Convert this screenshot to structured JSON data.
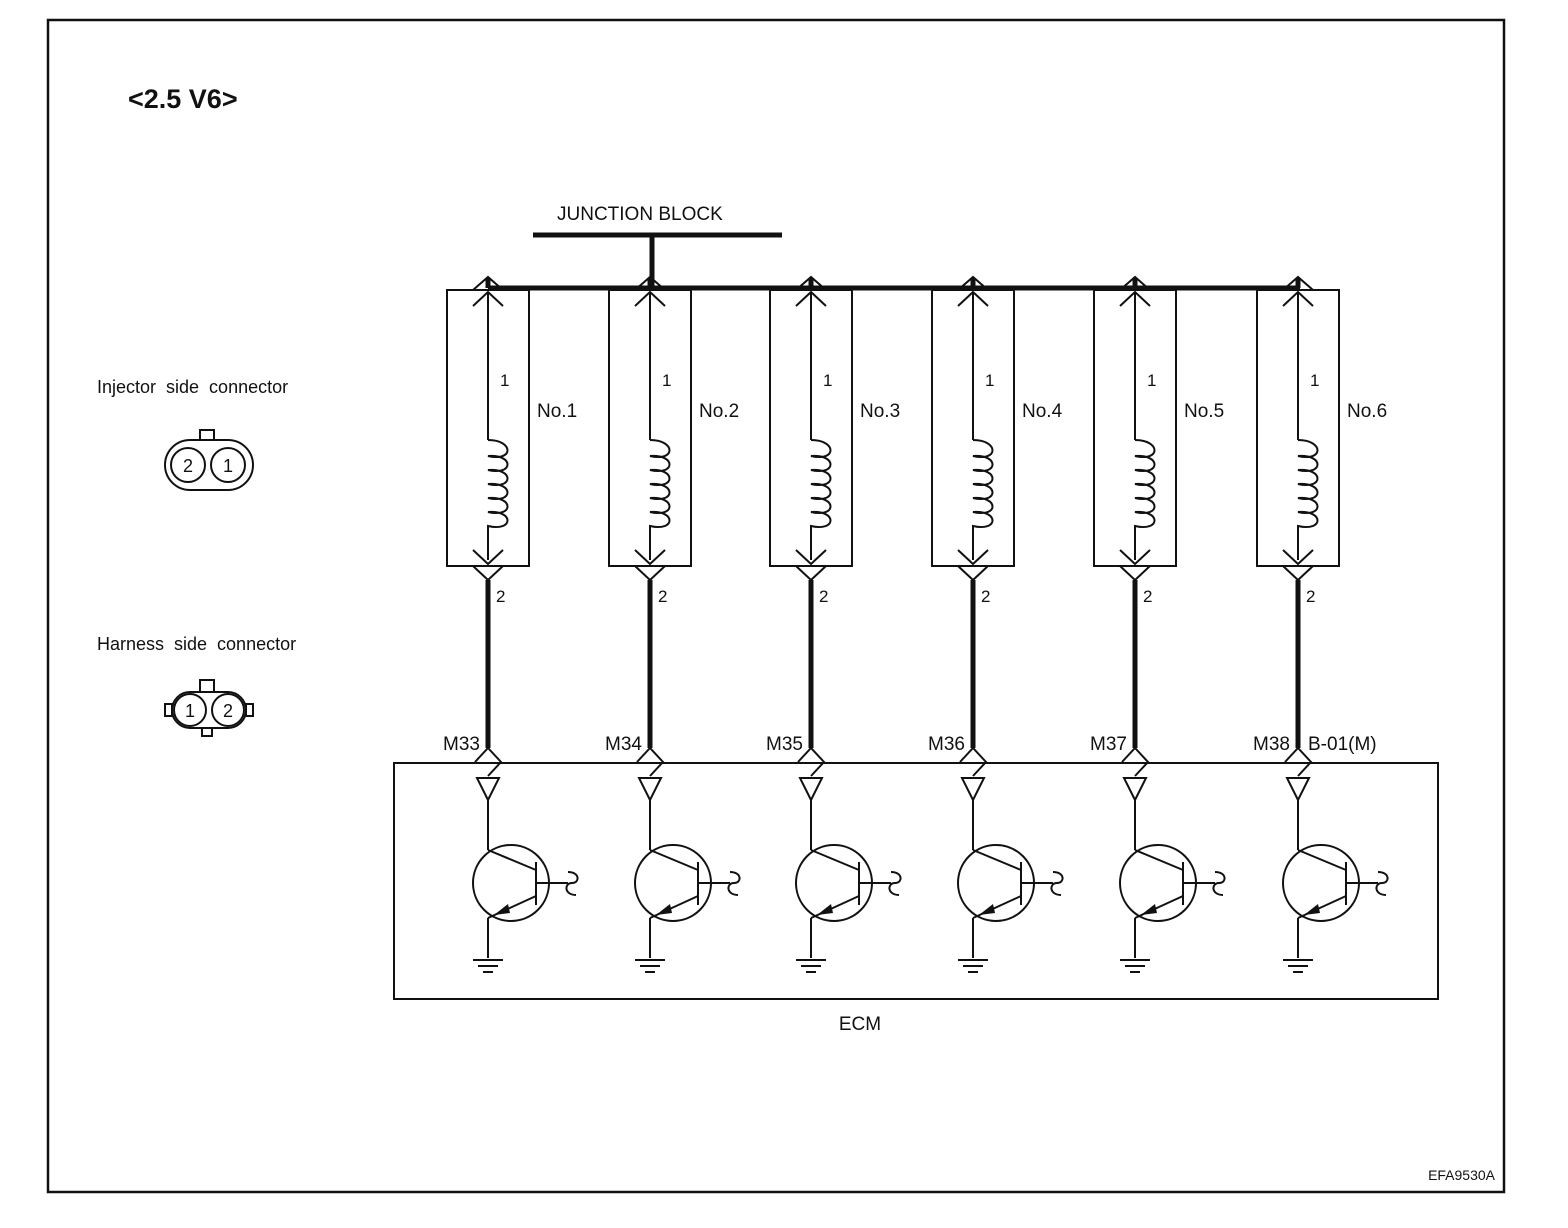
{
  "title": "<2.5 V6>",
  "junction_block": "JUNCTION BLOCK",
  "injector_connector_label": "Injector  side  connector",
  "injector_connector_pins": [
    "2",
    "1"
  ],
  "harness_connector_label": "Harness  side  connector",
  "harness_connector_pins": [
    "1",
    "2"
  ],
  "injectors": [
    {
      "name": "No.1",
      "pin_top": "1",
      "pin_bottom": "2",
      "ecm_pin": "M33"
    },
    {
      "name": "No.2",
      "pin_top": "1",
      "pin_bottom": "2",
      "ecm_pin": "M34"
    },
    {
      "name": "No.3",
      "pin_top": "1",
      "pin_bottom": "2",
      "ecm_pin": "M35"
    },
    {
      "name": "No.4",
      "pin_top": "1",
      "pin_bottom": "2",
      "ecm_pin": "M36"
    },
    {
      "name": "No.5",
      "pin_top": "1",
      "pin_bottom": "2",
      "ecm_pin": "M37"
    },
    {
      "name": "No.6",
      "pin_top": "1",
      "pin_bottom": "2",
      "ecm_pin": "M38"
    }
  ],
  "ecm_connector": "B-01(M)",
  "ecm_label": "ECM",
  "figure_code": "EFA9530A",
  "colors": {
    "line": "#111111",
    "background": "#ffffff"
  }
}
